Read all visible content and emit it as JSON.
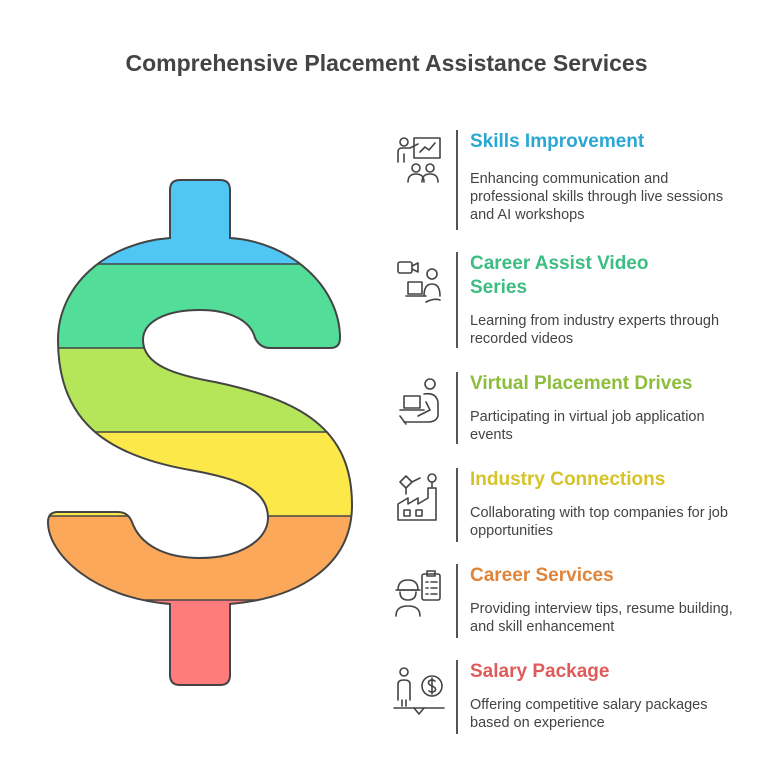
{
  "title": "Comprehensive Placement Assistance Services",
  "items": [
    {
      "heading": "Skills Improvement",
      "description": "Enhancing communication and professional skills through live sessions and AI workshops",
      "color": "#2aa7d3",
      "icon": "presentation-icon"
    },
    {
      "heading": "Career Assist Video Series",
      "description": "Learning from industry experts through recorded videos",
      "color": "#3cbd82",
      "icon": "video-learning-icon"
    },
    {
      "heading": "Virtual Placement Drives",
      "description": "Participating in virtual job application events",
      "color": "#8cbd3c",
      "icon": "laptop-user-icon"
    },
    {
      "heading": "Industry Connections",
      "description": "Collaborating with top companies for job opportunities",
      "color": "#d6c32a",
      "icon": "factory-robot-icon"
    },
    {
      "heading": "Career Services",
      "description": "Providing interview tips, resume building, and skill enhancement",
      "color": "#e0843a",
      "icon": "worker-checklist-icon"
    },
    {
      "heading": "Salary Package",
      "description": "Offering competitive salary packages based on experience",
      "color": "#e05a5a",
      "icon": "salary-balance-icon"
    }
  ],
  "band_colors": [
    "#4fc6f3",
    "#52dd98",
    "#b5e65a",
    "#fde84a",
    "#fba85a",
    "#ff7c7c"
  ]
}
